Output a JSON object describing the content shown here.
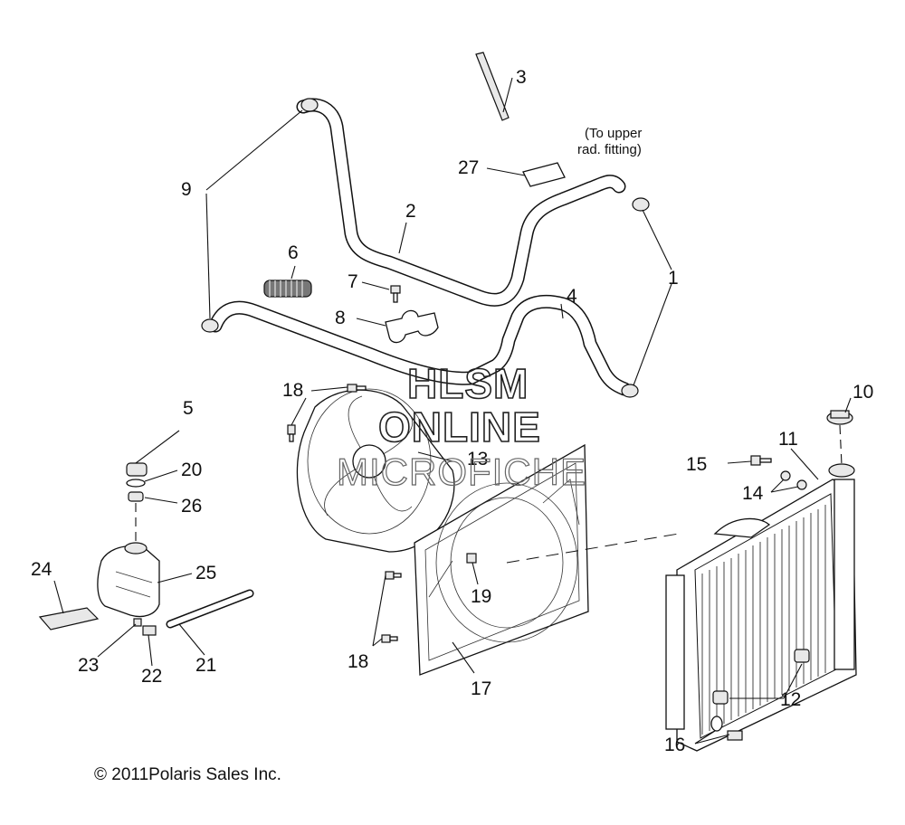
{
  "diagram": {
    "callouts": {
      "c1": "1",
      "c2": "2",
      "c3": "3",
      "c4": "4",
      "c5": "5",
      "c6": "6",
      "c7": "7",
      "c8": "8",
      "c9": "9",
      "c10": "10",
      "c11": "11",
      "c12": "12",
      "c13": "13",
      "c14": "14",
      "c15": "15",
      "c16": "16",
      "c17": "17",
      "c18a": "18",
      "c18b": "18",
      "c19": "19",
      "c20": "20",
      "c21": "21",
      "c22": "22",
      "c23": "23",
      "c24": "24",
      "c25": "25",
      "c26": "26",
      "c27": "27"
    },
    "note_line1": "(To upper",
    "note_line2": "rad. fitting)",
    "watermark": {
      "line1": "HLSM",
      "line2": "ONLINE",
      "line3": "MICROFICHE"
    },
    "copyright": "© 2011Polaris Sales Inc."
  }
}
